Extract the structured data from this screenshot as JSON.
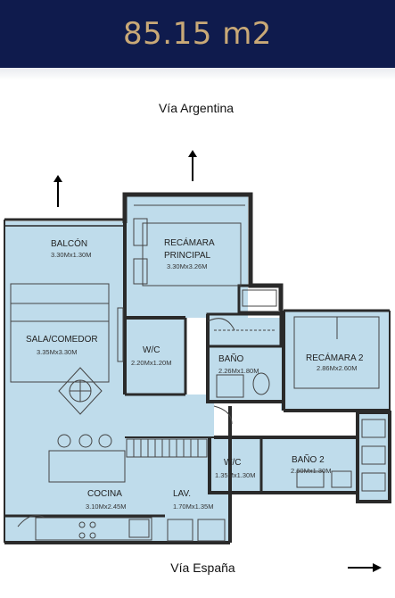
{
  "header": {
    "area": "85.15 m2"
  },
  "streets": {
    "top": "Vía Argentina",
    "bottom": "Vía España"
  },
  "rooms": {
    "balcon": {
      "name": "BALCÓN",
      "dims": "3.30Mx1.30M"
    },
    "recamara_principal": {
      "name_line1": "RECÁMARA",
      "name_line2": "PRINCIPAL",
      "dims": "3.30Mx3.26M"
    },
    "sala_comedor": {
      "name": "SALA/COMEDOR",
      "dims": "3.35Mx3.30M"
    },
    "wc1": {
      "name": "W/C",
      "dims": "2.20Mx1.20M"
    },
    "bano": {
      "name": "BAÑO",
      "dims": "2.26Mx1.80M"
    },
    "recamara2": {
      "name": "RECÁMARA 2",
      "dims": "2.86Mx2.60M"
    },
    "wc2": {
      "name": "W/C",
      "dims": "1.35Mx1.30M"
    },
    "bano2": {
      "name": "BAÑO 2",
      "dims": "2.60Mx1.30M"
    },
    "cocina": {
      "name": "COCINA",
      "dims": "3.10Mx2.45M"
    },
    "lav": {
      "name": "LAV.",
      "dims": "1.70Mx1.35M"
    }
  },
  "colors": {
    "header_bg": "#0f1b4d",
    "area_text": "#c9a977",
    "room_fill": "#bfdceb",
    "wall": "#2a2a2a"
  }
}
